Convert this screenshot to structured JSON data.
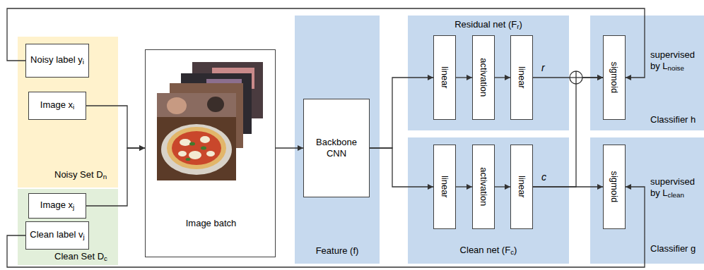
{
  "diagram": {
    "nodes": [
      {
        "text": [
          "Noisy Set Dn"
        ]
      },
      {
        "text": [
          "Noisy label yi"
        ],
        "in": 0
      },
      {
        "text": [
          "Image xi"
        ],
        "in": 0
      },
      {
        "text": [
          "Clean Set Dc"
        ]
      },
      {
        "text": [
          "Image xj"
        ],
        "in": 3
      },
      {
        "text": [
          "Clean label vj"
        ],
        "in": 3
      },
      {
        "text": [
          "Image batch"
        ]
      },
      {
        "text": [
          "Feature (f)"
        ]
      },
      {
        "text": [
          "Backbone CNN"
        ],
        "in": 7
      },
      {
        "text": [
          "Residual net (Fr)"
        ]
      },
      {
        "text": [
          "linear"
        ],
        "in": 9
      },
      {
        "text": [
          "activation"
        ],
        "in": 9
      },
      {
        "text": [
          "linear"
        ],
        "in": 9
      },
      {
        "text": [
          "Clean net (Fc)"
        ]
      },
      {
        "text": [
          "linear"
        ],
        "in": 13
      },
      {
        "text": [
          "activation"
        ],
        "in": 13
      },
      {
        "text": [
          "linear"
        ],
        "in": 13
      },
      {
        "text": [
          "supervised by Lnoise",
          "Classifier h"
        ]
      },
      {
        "text": [
          "sigmoid"
        ],
        "in": 17
      },
      {
        "text": [
          "supervised by Lclean",
          "Classifier g"
        ]
      },
      {
        "text": [
          "sigmoid"
        ],
        "in": 19
      }
    ],
    "edges": [
      {
        "from": 1,
        "to": 18,
        "arrow": "to"
      },
      {
        "from": 5,
        "to": 20,
        "arrow": "to"
      },
      {
        "from": 2,
        "to": 6,
        "arrow": "to"
      },
      {
        "from": 4,
        "to": 6,
        "arrow": "to"
      },
      {
        "from": 6,
        "to": 8,
        "arrow": "to"
      },
      {
        "from": 8,
        "to": 10,
        "arrow": "to"
      },
      {
        "from": 8,
        "to": 14,
        "arrow": "to"
      },
      {
        "from": 10,
        "to": 11,
        "arrow": "to"
      },
      {
        "from": 11,
        "to": 12,
        "arrow": "to"
      },
      {
        "from": 12,
        "to": 18,
        "label": "r",
        "arrow": "to"
      },
      {
        "from": 14,
        "to": 15,
        "arrow": "to"
      },
      {
        "from": 15,
        "to": 16,
        "arrow": "to"
      },
      {
        "from": 16,
        "to": 18,
        "arrow": "to"
      },
      {
        "from": 16,
        "to": 20,
        "label": "c",
        "arrow": "to"
      }
    ]
  }
}
